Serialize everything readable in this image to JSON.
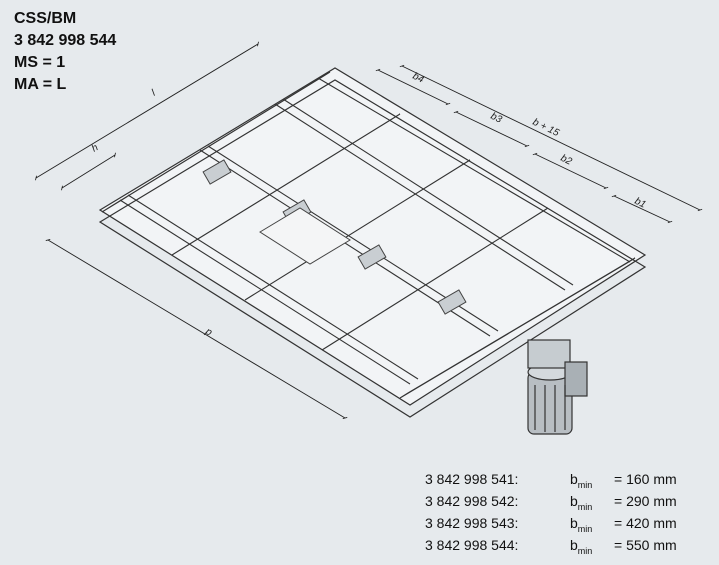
{
  "header": {
    "product": "CSS/BM",
    "part_number": "3 842 998 544",
    "ms": "MS = 1",
    "ma": "MA = L"
  },
  "dimensions": {
    "l": "l",
    "h": "h",
    "b4": "b4",
    "b3": "b3",
    "b2": "b2",
    "b1": "b1",
    "b_total": "b + 15",
    "p": "p"
  },
  "variants": [
    {
      "part": "3 842 998 541:",
      "symbol": "b",
      "subscript": "min",
      "value": "= 160 mm"
    },
    {
      "part": "3 842 998 542:",
      "symbol": "b",
      "subscript": "min",
      "value": "= 290 mm"
    },
    {
      "part": "3 842 998 543:",
      "symbol": "b",
      "subscript": "min",
      "value": "= 420 mm"
    },
    {
      "part": "3 842 998 544:",
      "symbol": "b",
      "subscript": "min",
      "value": "= 550 mm"
    }
  ]
}
